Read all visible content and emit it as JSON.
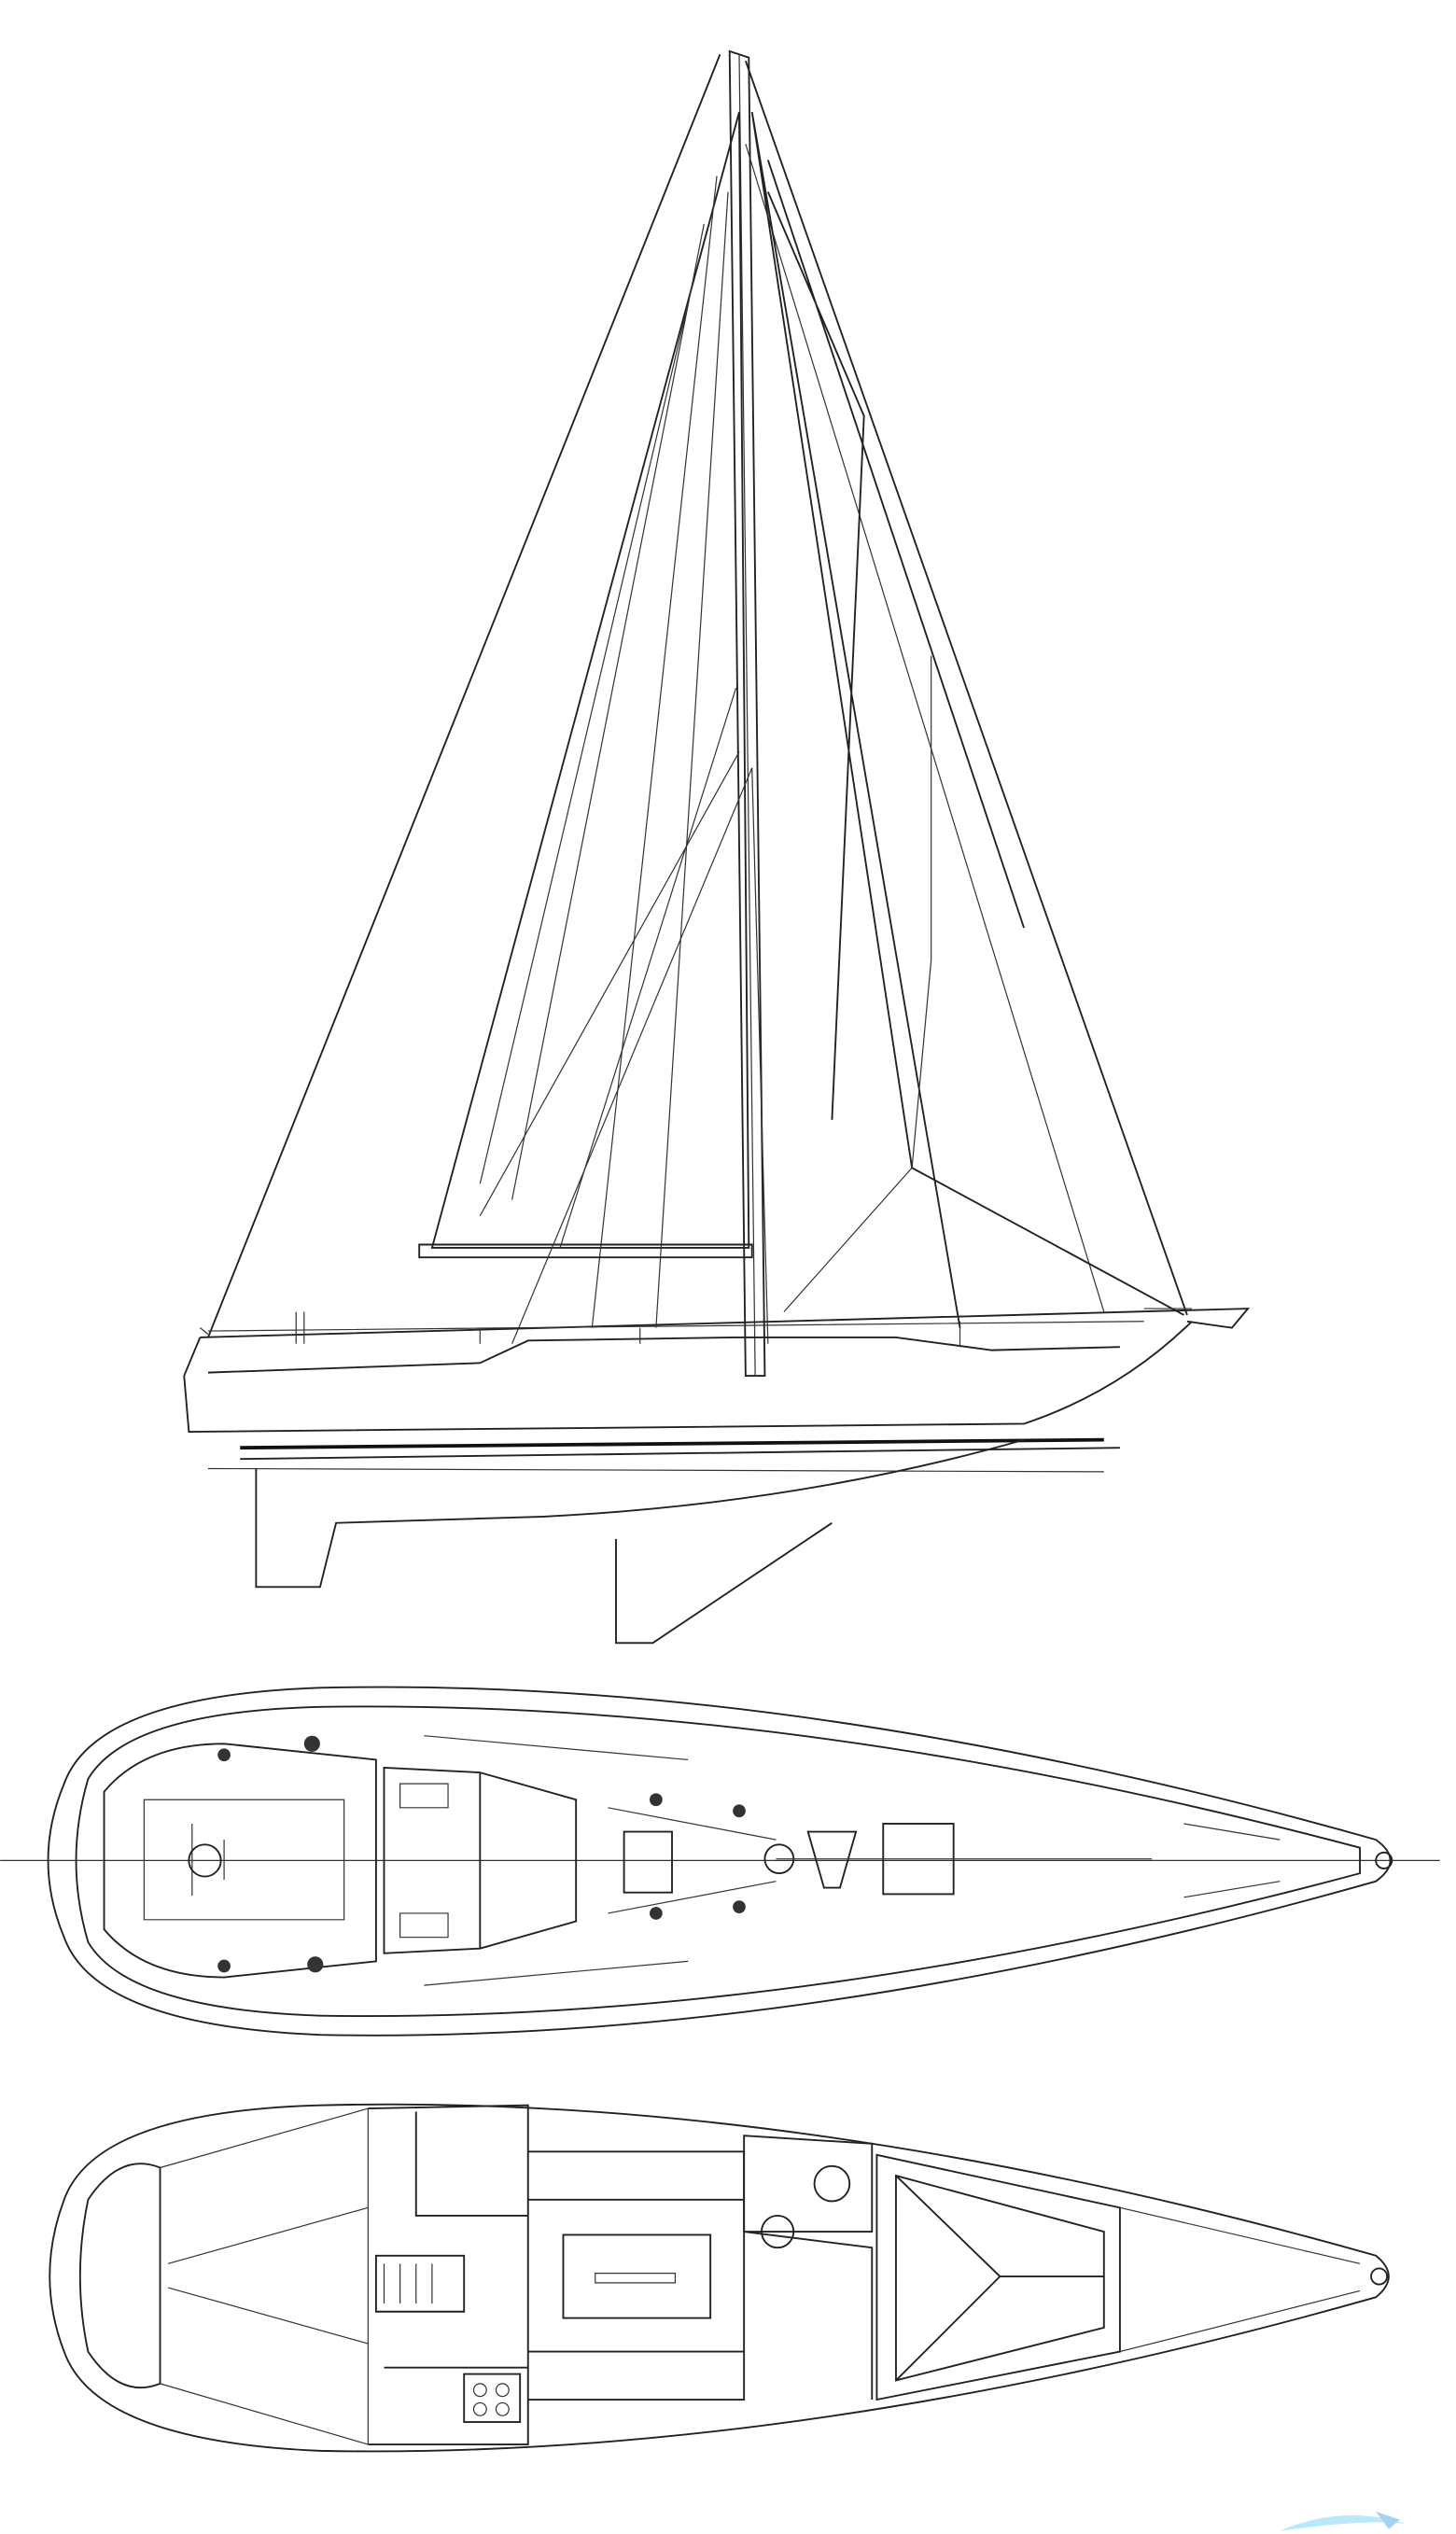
{
  "drawing": {
    "views": [
      "sail-plan",
      "deck-plan",
      "interior-layout"
    ],
    "line_color": "#222222",
    "background": "#ffffff"
  },
  "watermark": {
    "type": "logo",
    "color": "#7fd6f5"
  }
}
